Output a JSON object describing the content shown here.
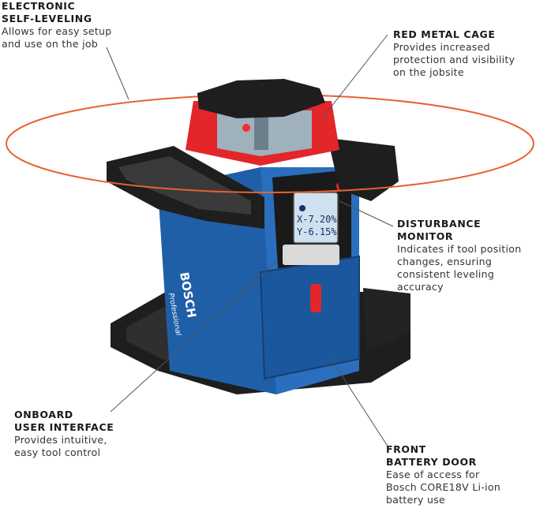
{
  "callouts": {
    "self_leveling": {
      "heading_l1": "ELECTRONIC",
      "heading_l2": "SELF-LEVELING",
      "desc_l1": "Allows for easy setup",
      "desc_l2": "and use on the job"
    },
    "red_cage": {
      "heading": "RED METAL CAGE",
      "desc_l1": "Provides increased",
      "desc_l2": "protection and visibility",
      "desc_l3": "on the jobsite"
    },
    "disturbance": {
      "heading_l1": "DISTURBANCE",
      "heading_l2": "MONITOR",
      "desc_l1": "Indicates if tool position",
      "desc_l2": "changes, ensuring",
      "desc_l3": "consistent leveling accuracy"
    },
    "interface": {
      "heading_l1": "ONBOARD",
      "heading_l2": "USER INTERFACE",
      "desc_l1": "Provides intuitive,",
      "desc_l2": "easy tool control"
    },
    "battery": {
      "heading_l1": "FRONT",
      "heading_l2": "BATTERY DOOR",
      "desc_l1": "Ease of access for",
      "desc_l2": "Bosch CORE18V Li-ion",
      "desc_l3": "battery use"
    }
  },
  "device": {
    "brand": "BOSCH",
    "series": "Professional",
    "display_x": "X-7.20%",
    "display_y": "Y-6.15%"
  },
  "colors": {
    "body_blue": "#1f5fa8",
    "laser_ring": "#e8622e",
    "cage_red": "#e3262a",
    "bumper_black": "#1e1e1e"
  }
}
